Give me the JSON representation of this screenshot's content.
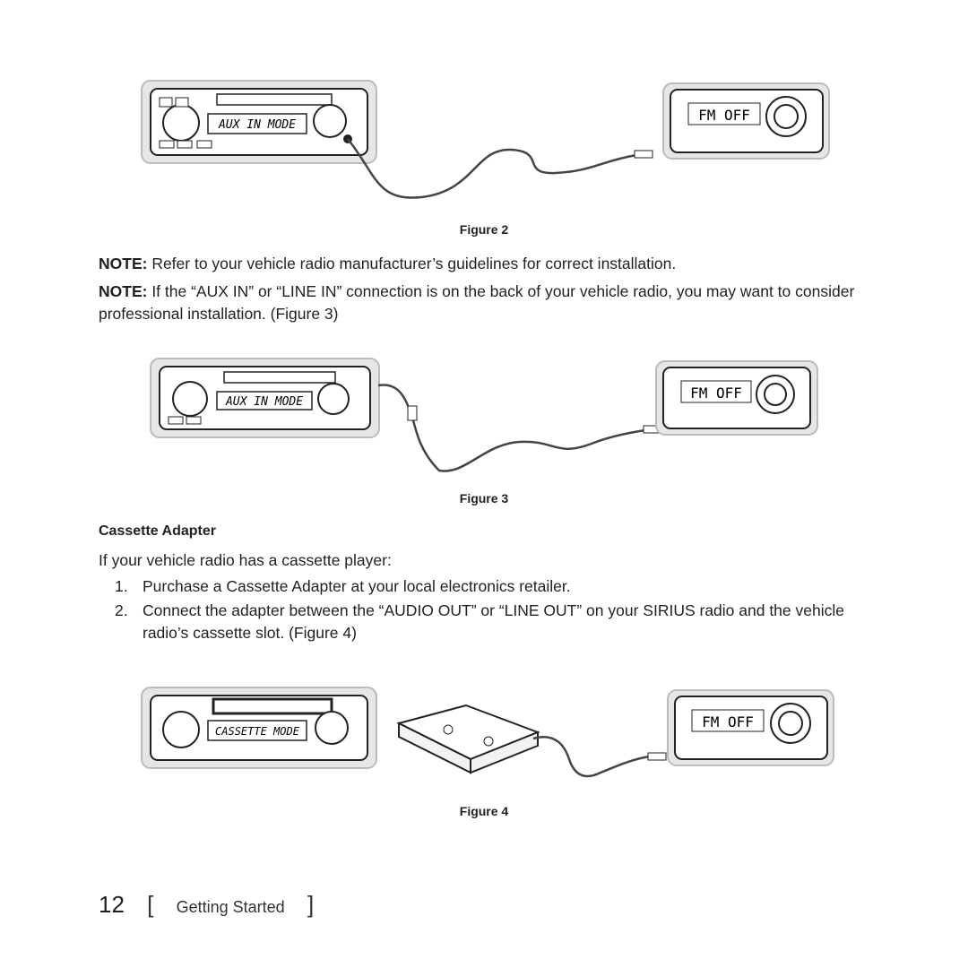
{
  "figures": {
    "fig2": {
      "caption": "Figure 2",
      "head_unit_display": "AUX IN MODE",
      "sirius_display": "FM OFF"
    },
    "fig3": {
      "caption": "Figure 3",
      "head_unit_display": "AUX IN MODE",
      "sirius_display": "FM OFF"
    },
    "fig4": {
      "caption": "Figure 4",
      "head_unit_display": "CASSETTE MODE",
      "sirius_display": "FM OFF"
    }
  },
  "notes": [
    {
      "label": "NOTE:",
      "text": " Refer to your vehicle radio manufacturer’s guidelines for correct installation."
    },
    {
      "label": "NOTE:",
      "text": " If the “AUX IN” or “LINE IN” connection is on the back of your vehicle radio, you may want to consider professional installation. (Figure 3)"
    }
  ],
  "section": {
    "heading": "Cassette Adapter",
    "intro": "If your vehicle radio has a cassette player:",
    "steps": [
      {
        "num": "1.",
        "text": "Purchase a Cassette Adapter at your local electronics retailer."
      },
      {
        "num": "2.",
        "text": "Connect the adapter between the “AUDIO OUT” or “LINE OUT” on your SIRIUS radio and the vehicle radio’s cassette slot. (Figure 4)"
      }
    ]
  },
  "footer": {
    "page_number": "12",
    "bracket_open": "[",
    "section_name": "Getting Started",
    "bracket_close": "]"
  }
}
